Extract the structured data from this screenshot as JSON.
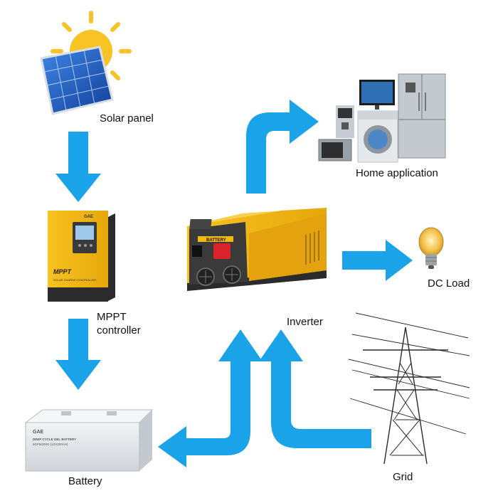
{
  "labels": {
    "solar_panel": "Solar panel",
    "mppt_line1": "MPPT",
    "mppt_line2": "controller",
    "battery": "Battery",
    "inverter": "Inverter",
    "home_application": "Home application",
    "dc_load": "DC Load",
    "grid": "Grid"
  },
  "device_text": {
    "mppt_brand": "MPPT",
    "mppt_subtitle": "SOLAR CHARGE CONTROLLER",
    "mppt_logo": "GAE",
    "inverter_battery": "BATTERY",
    "battery_logo": "GAE",
    "battery_title": "DEEP CYCLE GEL BATTERY",
    "battery_model": "6GFM200G (12V200AH)"
  },
  "colors": {
    "arrow": "#1aa3e8",
    "device_yellow": "#f2b814",
    "device_dark": "#2b2b2b",
    "battery_body": "#e6e9ec",
    "sun": "#f7c325",
    "panel": "#1f5fc4"
  }
}
